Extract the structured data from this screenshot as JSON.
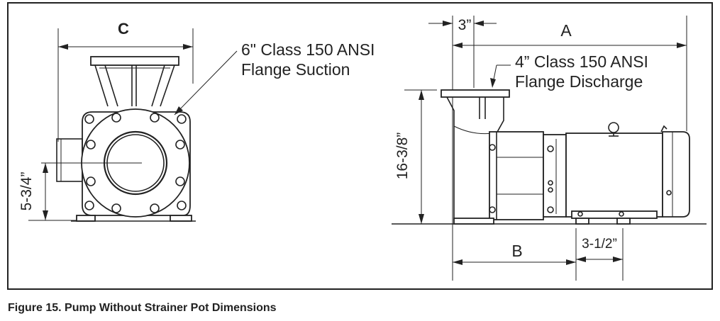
{
  "figure": {
    "caption": "Figure 15.  Pump Without Strainer Pot Dimensions"
  },
  "front_view": {
    "dim_c": "C",
    "dim_height": "5-3/4”",
    "callout_suction_line1": "6\" Class 150 ANSI",
    "callout_suction_line2": "Flange Suction"
  },
  "side_view": {
    "dim_a": "A",
    "dim_b": "B",
    "dim_offset": "3”",
    "dim_motor_foot": "3-1/2”",
    "dim_height": "16-3/8”",
    "callout_discharge_line1": "4” Class 150 ANSI",
    "callout_discharge_line2": "Flange Discharge"
  }
}
